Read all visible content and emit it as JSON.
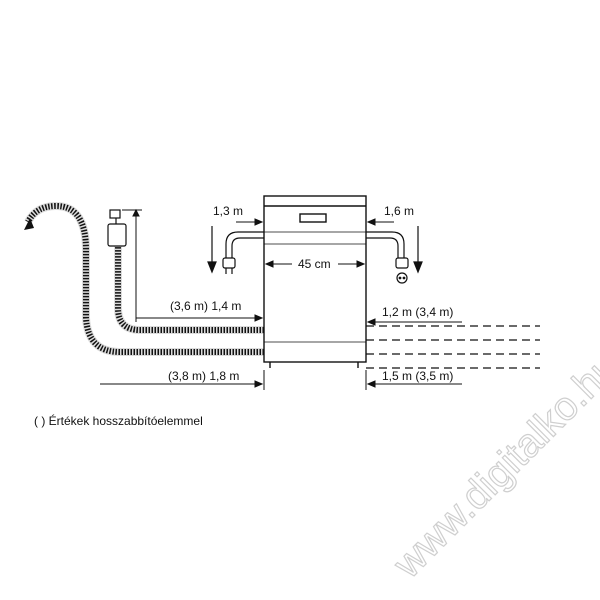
{
  "dimensions": {
    "drain_left_top": "1,3 m",
    "supply_right_top": "1,6 m",
    "width": "45 cm",
    "hose_left_upper": "(3,6 m) 1,4 m",
    "hose_right_upper": "1,2 m (3,4 m)",
    "hose_left_lower": "(3,8 m) 1,8 m",
    "hose_right_lower": "1,5 m (3,5 m)"
  },
  "note": "( ) Értékek hosszabbítóelemmel",
  "watermark": "www.digitalko.hu",
  "icons": {
    "plug": "plug-icon",
    "socket": "socket-icon",
    "tap": "tap-icon"
  }
}
